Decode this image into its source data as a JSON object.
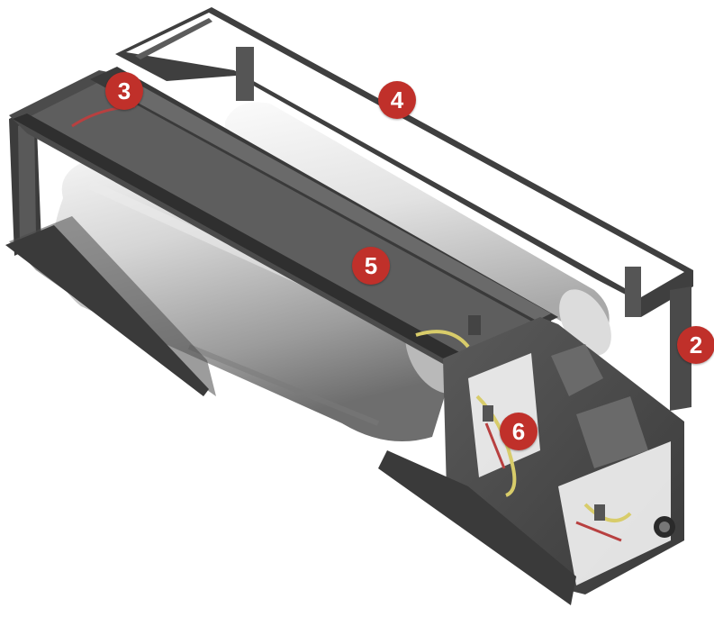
{
  "colors": {
    "callout": "#c0302a",
    "frame": "#4a4a4a",
    "frame_dark": "#2e2e2e",
    "tank": "#c8c8c8",
    "tank_dark": "#8a8a8a",
    "tank_light": "#f2f2f2",
    "hose": "#d8cc6a",
    "wire_red": "#b84040"
  },
  "callouts": [
    {
      "id": "c3",
      "label": "3"
    },
    {
      "id": "c4",
      "label": "4"
    },
    {
      "id": "c5",
      "label": "5"
    },
    {
      "id": "c2",
      "label": "2"
    },
    {
      "id": "c6",
      "label": "6"
    }
  ]
}
